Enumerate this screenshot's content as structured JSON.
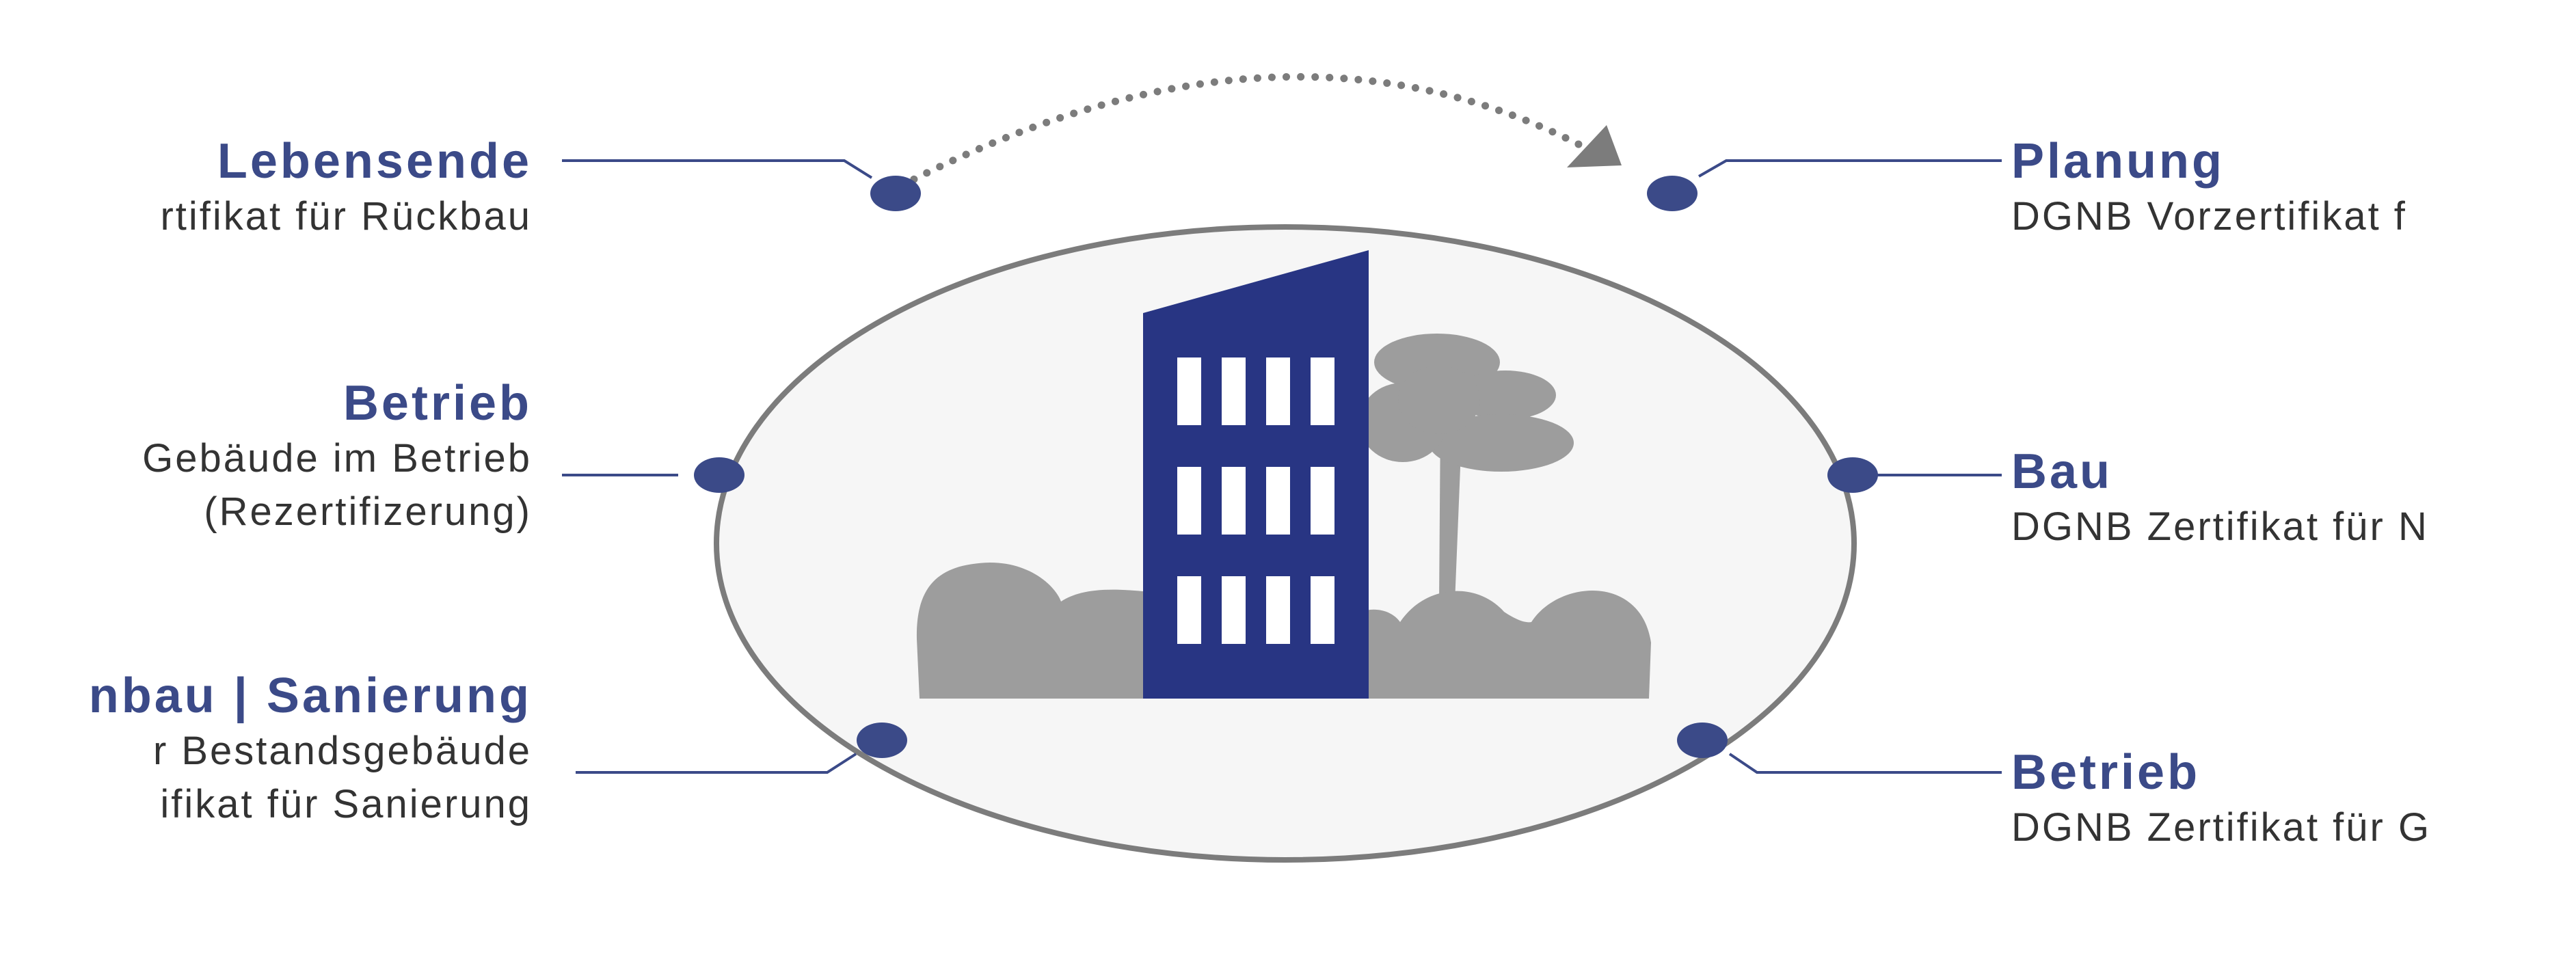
{
  "colors": {
    "accent": "#3b4a88",
    "building": "#283583",
    "ring": "#7c7c7c",
    "fill": "#f6f6f6",
    "tree": "#9d9d9d",
    "text": "#333333"
  },
  "stages": [
    {
      "id": "lebensende",
      "title": "Lebensende",
      "lines": [
        "rtifikat für Rückbau"
      ]
    },
    {
      "id": "betrieb-bestand",
      "title": "Betrieb",
      "lines": [
        "Gebäude im Betrieb",
        "(Rezertifizerung)"
      ]
    },
    {
      "id": "umbau-sanierung",
      "title": "nbau | Sanierung",
      "lines": [
        "r Bestandsgebäude",
        "ifikat für Sanierung"
      ]
    },
    {
      "id": "planung",
      "title": "Planung",
      "lines": [
        "DGNB Vorzertifikat f"
      ]
    },
    {
      "id": "bau",
      "title": "Bau",
      "lines": [
        "DGNB Zertifikat für N"
      ]
    },
    {
      "id": "betrieb-neubau",
      "title": "Betrieb",
      "lines": [
        "DGNB Zertifikat für G"
      ]
    }
  ]
}
